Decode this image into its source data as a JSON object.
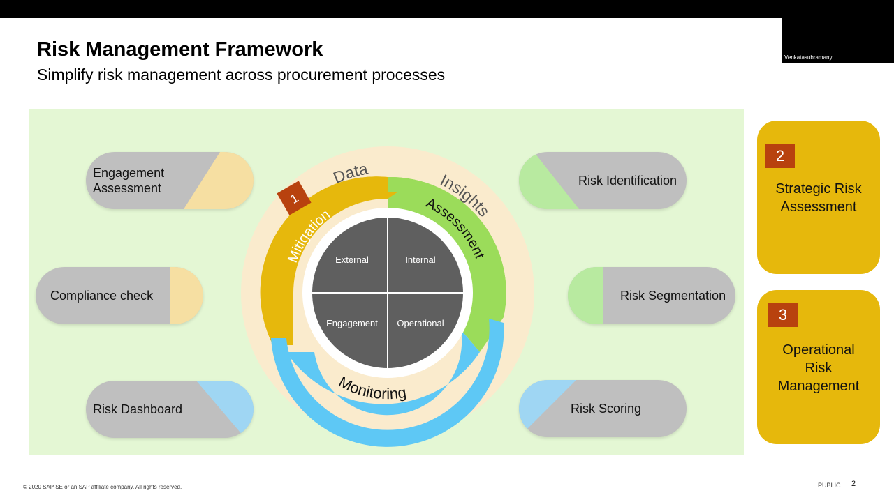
{
  "meeting": {
    "participant_name": "Venkatasubramany..."
  },
  "header": {
    "title": "Risk Management Framework",
    "subtitle": "Simplify risk management across procurement processes"
  },
  "left_items": [
    {
      "label_line1": "Engagement",
      "label_line2": "Assessment",
      "accent_color": "#f6dfa2"
    },
    {
      "label": "Compliance check",
      "accent_color": "#f6dfa2"
    },
    {
      "label": "Risk Dashboard",
      "accent_color": "#9fd6f3"
    }
  ],
  "right_items": [
    {
      "label": "Risk Identification",
      "accent_color": "#b8eaa0"
    },
    {
      "label": "Risk Segmentation",
      "accent_color": "#b8eaa0"
    },
    {
      "label": "Risk Scoring",
      "accent_color": "#9fd6f3"
    }
  ],
  "wheel": {
    "outer_labels": {
      "data": "Data",
      "insights": "Insights"
    },
    "badge": "1",
    "ring_labels": {
      "mitigation": "Mitigation",
      "assessment": "Assessment",
      "monitoring": "Monitoring"
    },
    "quadrants": {
      "external": "External",
      "internal": "Internal",
      "engagement": "Engagement",
      "operational": "Operational"
    },
    "colors": {
      "mitigation": "#e6b80c",
      "assessment": "#9bdc5a",
      "monitoring": "#5ec8f5",
      "core": "#5f5f5f",
      "outer": "#faebcd",
      "badge": "#b8420e"
    }
  },
  "side_cards": [
    {
      "number": "2",
      "label_line1": "Strategic Risk",
      "label_line2": "Assessment"
    },
    {
      "number": "3",
      "label_line1": "Operational",
      "label_line2": "Risk",
      "label_line3": "Management"
    }
  ],
  "footer": {
    "copyright": "© 2020 SAP SE or an SAP affiliate company. All rights reserved.",
    "classification": "PUBLIC",
    "page_number": "2"
  }
}
